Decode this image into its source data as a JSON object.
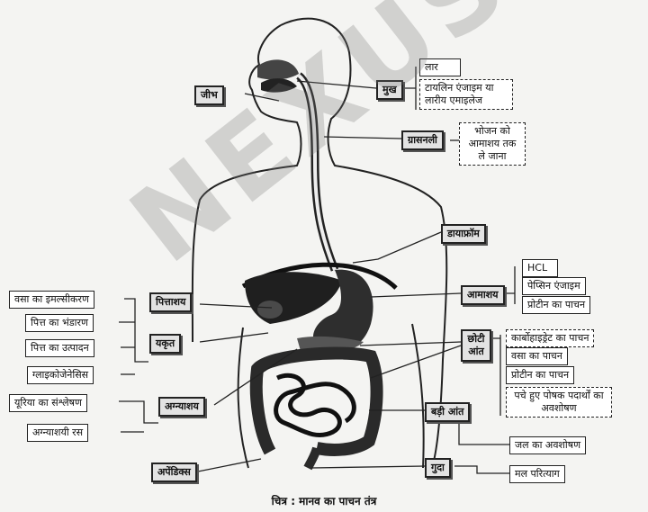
{
  "organs": {
    "tongue": "जीभ",
    "mouth": "मुख",
    "esophagus": "ग्रासनली",
    "diaphragm": "डायाफ्रॉम",
    "gallbladder": "पित्ताशय",
    "stomach": "आमाशय",
    "liver": "यकृत",
    "small_intestine": "छोटी आंत",
    "pancreas": "अग्न्याशय",
    "large_intestine": "बड़ी आंत",
    "appendix": "अपेंडिक्स",
    "anus": "गुदा"
  },
  "functions": {
    "mouth": [
      "लार",
      "टायलिन एंजाइम या लारीय एमाइलेज"
    ],
    "esophagus": "भोजन को आमाशय तक ले जाना",
    "stomach": [
      "HCL",
      "पेप्सिन एंजाइम",
      "प्रोटीन का पाचन"
    ],
    "gallbladder_liver_pancreas": [
      "वसा का इमल्सीकरण",
      "पित्त का भंडारण",
      "पित्त का उत्पादन",
      "ग्लाइकोजेनेसिस",
      "यूरिया का संश्लेषण",
      "अग्न्याशयी रस"
    ],
    "small_intestine": [
      "कार्बोहाइड्रेट का पाचन",
      "वसा का पाचन",
      "प्रोटीन का पाचन",
      "पचे हुए पोषक पदार्थों का अवशोषण"
    ],
    "large_intestine": "जल का अवशोषण",
    "anus": "मल परित्याग"
  },
  "caption": "चित्र : मानव का पाचन तंत्र",
  "watermark": "NEXUS GS"
}
